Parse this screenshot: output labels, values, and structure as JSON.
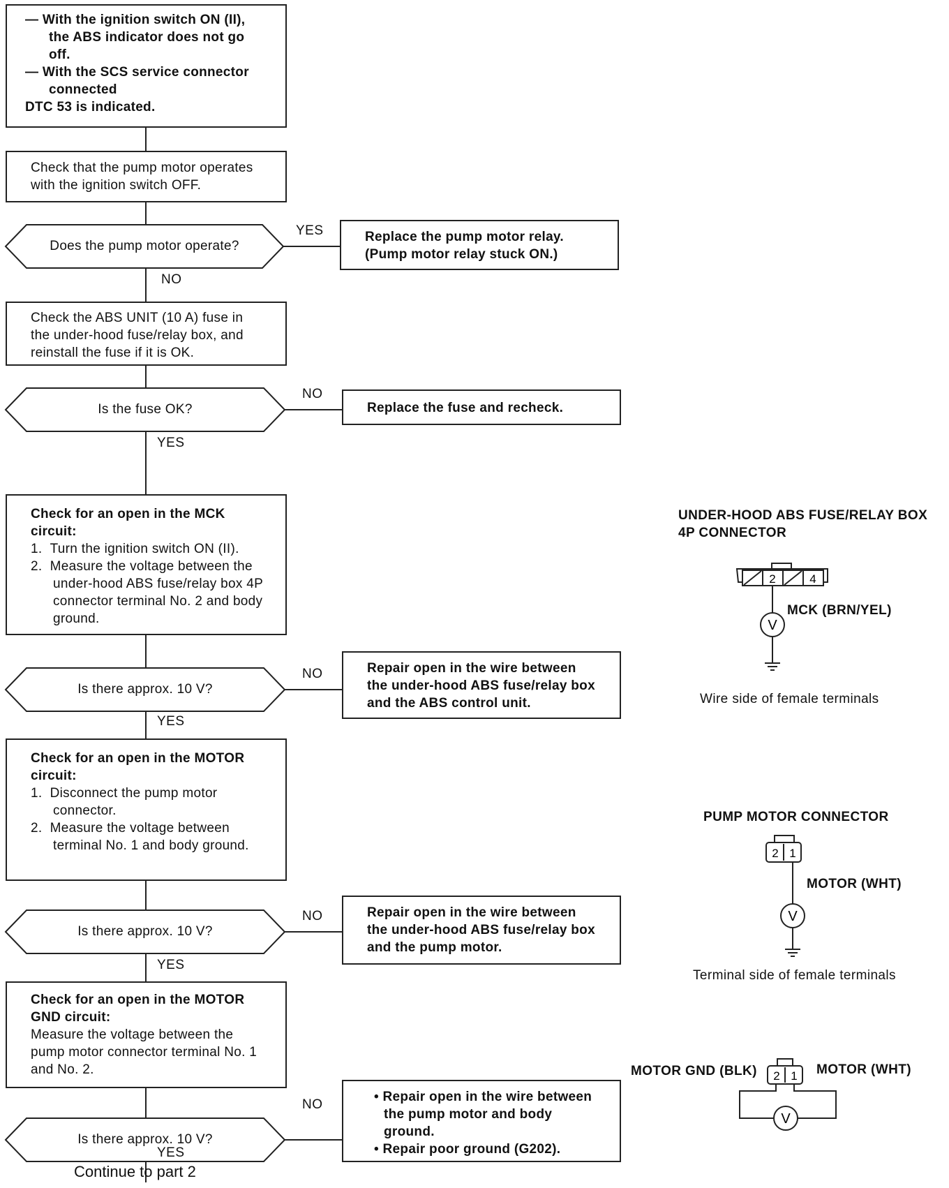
{
  "start_box": {
    "lines": [
      "— With the ignition switch ON (II), the ABS indicator does not go off.",
      "— With the SCS service connector connected",
      "DTC 53 is indicated."
    ]
  },
  "step1_box": {
    "lines": [
      "Check that the pump motor operates with the ignition switch OFF."
    ]
  },
  "decision1": {
    "question": "Does the pump motor operate?",
    "yes_label": "YES",
    "no_label": "NO",
    "action_lines": [
      "Replace the pump motor relay.",
      "(Pump motor relay stuck ON.)"
    ]
  },
  "step2_box": {
    "lines": [
      "Check the ABS UNIT (10 A) fuse in the under-hood fuse/relay box, and reinstall the fuse if it is OK."
    ]
  },
  "decision2": {
    "question": "Is the fuse OK?",
    "no_label": "NO",
    "yes_label": "YES",
    "action_lines": [
      "Replace the fuse and recheck."
    ]
  },
  "step3_box": {
    "title": "Check for an open in the MCK circuit:",
    "items": [
      "1.  Turn the ignition switch ON (II).",
      "2.  Measure the voltage between the under-hood ABS fuse/relay box 4P connector terminal No. 2 and body ground."
    ]
  },
  "decision3": {
    "question": "Is there approx. 10 V?",
    "no_label": "NO",
    "yes_label": "YES",
    "action_lines": [
      "Repair open in the wire between the under-hood ABS fuse/relay box and the ABS control unit."
    ]
  },
  "step4_box": {
    "title": "Check for an open in the MOTOR circuit:",
    "items": [
      "1.  Disconnect the pump motor connector.",
      "2.  Measure the voltage between terminal No. 1 and body ground."
    ]
  },
  "decision4": {
    "question": "Is there approx. 10 V?",
    "no_label": "NO",
    "yes_label": "YES",
    "action_lines": [
      "Repair open in the wire between the under-hood ABS fuse/relay box and the pump motor."
    ]
  },
  "step5_box": {
    "title": "Check for an open in the MOTOR GND circuit:",
    "text": "Measure the voltage between the pump motor connector terminal No. 1 and No. 2."
  },
  "decision5": {
    "question": "Is there approx. 10 V?",
    "no_label": "NO",
    "yes_label": "YES",
    "action_lines": [
      "• Repair open in the wire between the pump motor and body ground.",
      "• Repair poor ground (G202)."
    ]
  },
  "continue_text": "Continue to part 2",
  "figure1": {
    "title_lines": [
      "UNDER-HOOD ABS FUSE/RELAY BOX",
      "4P CONNECTOR"
    ],
    "terminals": [
      "2",
      "4"
    ],
    "wire_label": "MCK (BRN/YEL)",
    "meter": "V",
    "caption": "Wire side of female terminals"
  },
  "figure2": {
    "title": "PUMP MOTOR CONNECTOR",
    "terminals": [
      "2",
      "1"
    ],
    "wire_label": "MOTOR (WHT)",
    "meter": "V",
    "caption": "Terminal side of female terminals"
  },
  "figure3": {
    "left_label": "MOTOR GND (BLK)",
    "right_label": "MOTOR (WHT)",
    "terminals": [
      "2",
      "1"
    ],
    "meter": "V"
  }
}
